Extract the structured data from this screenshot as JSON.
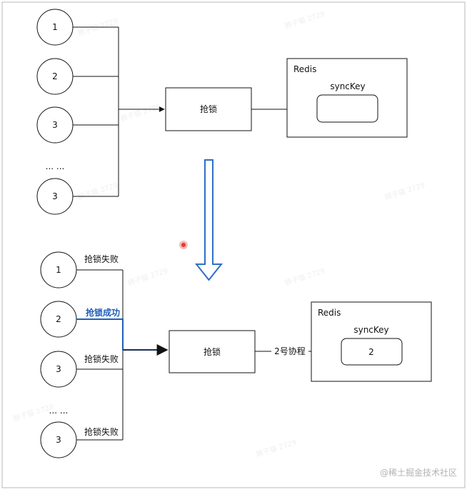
{
  "top": {
    "nodes": [
      "1",
      "2",
      "3",
      "... ...",
      "3"
    ],
    "lock_box": "抢锁",
    "redis": {
      "title": "Redis",
      "key_label": "syncKey",
      "key_value": ""
    }
  },
  "bottom": {
    "nodes": [
      "1",
      "2",
      "3",
      "... ...",
      "3"
    ],
    "node_status": [
      "抢锁失败",
      "抢锁成功",
      "抢锁失败",
      "",
      "抢锁失败"
    ],
    "lock_box": "抢锁",
    "arrow_label": "2号协程",
    "redis": {
      "title": "Redis",
      "key_label": "syncKey",
      "key_value": "2"
    }
  },
  "watermark": "@稀土掘金技术社区",
  "colors": {
    "line": "#111111",
    "success": "#1f5fb8",
    "flow_arrow": "#2f6fc6",
    "frame": "#b8b8b8",
    "dot": "#e53935"
  }
}
